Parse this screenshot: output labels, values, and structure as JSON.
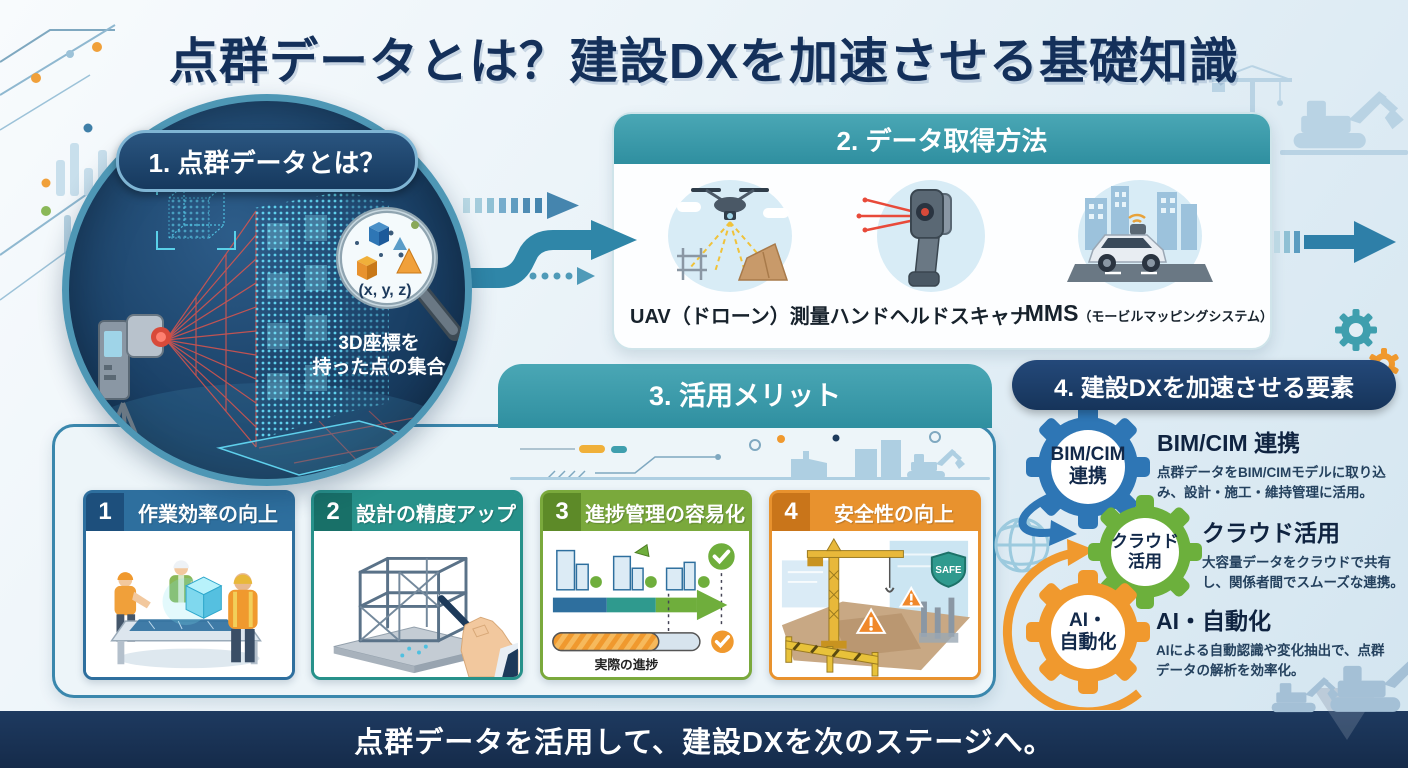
{
  "page": {
    "title": "点群データとは？建設DXを加速させる基礎知識",
    "footer": "点群データを活用して、建設DXを次のステージへ。"
  },
  "section1": {
    "label": "1. 点群データとは？",
    "magnifier_text": "(x, y, z)",
    "caption_line1": "3D座標を",
    "caption_line2": "持った点の集合"
  },
  "section2": {
    "title": "2. データ取得方法",
    "items": [
      {
        "label": "UAV（ドローン）測量"
      },
      {
        "label": "ハンドヘルドスキャナ"
      },
      {
        "label": "MMS",
        "suffix": "（モービルマッピングシステム）"
      }
    ]
  },
  "section3": {
    "title": "3. 活用メリット",
    "cards": [
      {
        "number": "1",
        "title": "作業効率の向上"
      },
      {
        "number": "2",
        "title": "設計の精度アップ"
      },
      {
        "number": "3",
        "title": "進捗管理の容易化",
        "progress_label": "実際の進捗"
      },
      {
        "number": "4",
        "title": "安全性の向上",
        "badge": "SAFE"
      }
    ]
  },
  "section4": {
    "title": "4. 建設DXを加速させる要素",
    "items": [
      {
        "gear_line1": "BIM/CIM",
        "gear_line2": "連携",
        "title": "BIM/CIM 連携",
        "desc": "点群データをBIM/CIMモデルに取り込み、設計・施工・維持管理に活用。"
      },
      {
        "gear_line1": "クラウド",
        "gear_line2": "活用",
        "title": "クラウド活用",
        "desc": "大容量データをクラウドで共有し、関係者間でスムーズな連携。"
      },
      {
        "gear_line1": "AI・",
        "gear_line2": "自動化",
        "title": "AI・自動化",
        "desc": "AIによる自動認識や変化抽出で、点群データの解析を効率化。"
      }
    ]
  },
  "colors": {
    "title_navy": "#14305a",
    "teal_header": "#3a9aab",
    "navy_header": "#1b3c63",
    "card1_blue": "#2e6f9e",
    "card2_teal": "#27918a",
    "card3_green": "#7aa93c",
    "card4_orange": "#e8922e",
    "gear_blue": "#2e76b5",
    "gear_green": "#6cb03c",
    "gear_orange": "#f0992e",
    "laser_red": "#e8554a",
    "point_cyan": "#5fd0ec",
    "footer_navy": "#1a3050"
  }
}
